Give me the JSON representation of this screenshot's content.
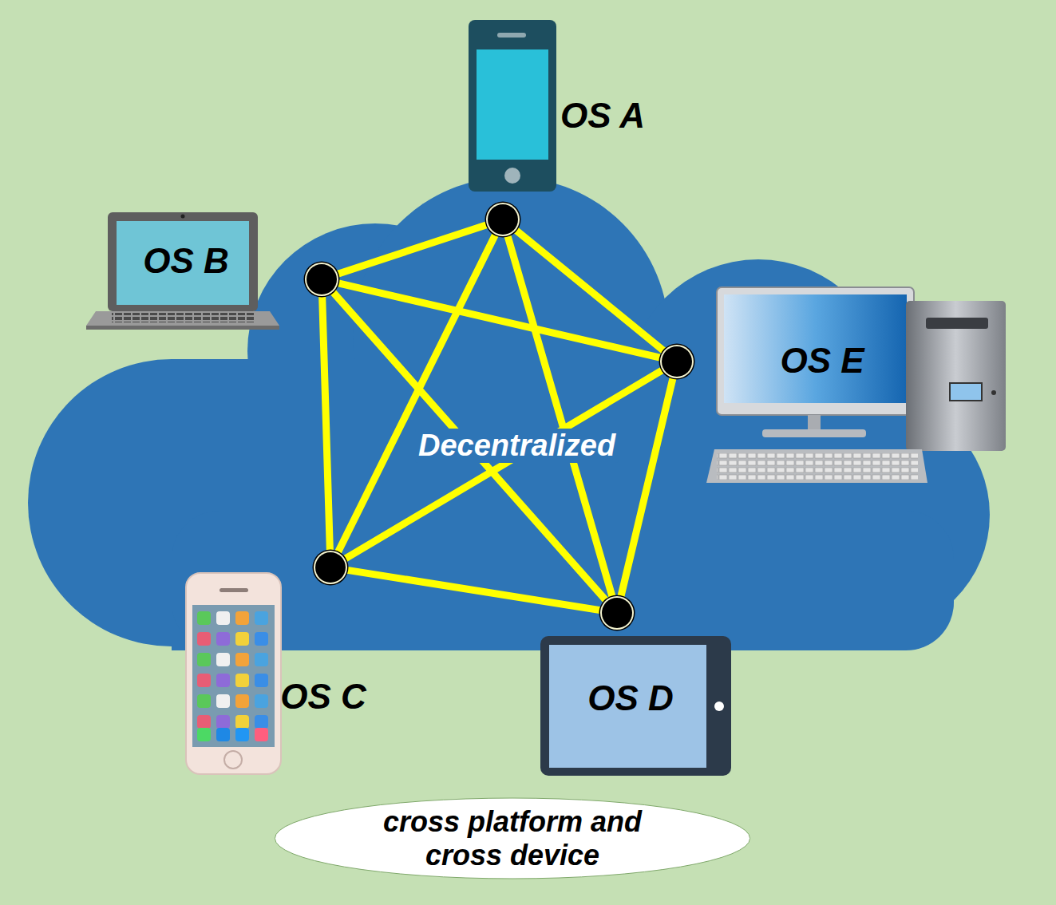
{
  "diagram": {
    "nodes": [
      {
        "text": [
          "OS A"
        ]
      },
      {
        "text": [
          "OS B"
        ]
      },
      {
        "text": [
          "OS E"
        ]
      },
      {
        "text": [
          "OS C"
        ]
      },
      {
        "text": [
          "OS D"
        ]
      },
      {
        "text": [
          "cross platform and cross device"
        ]
      }
    ],
    "edges": [
      {
        "from": 0,
        "to": 1,
        "arrow": "none"
      },
      {
        "from": 0,
        "to": 2,
        "arrow": "none"
      },
      {
        "from": 0,
        "to": 3,
        "arrow": "none"
      },
      {
        "from": 0,
        "to": 4,
        "arrow": "none"
      },
      {
        "from": 1,
        "to": 2,
        "arrow": "none"
      },
      {
        "from": 1,
        "to": 3,
        "arrow": "none"
      },
      {
        "from": 1,
        "to": 4,
        "arrow": "none"
      },
      {
        "from": 2,
        "to": 3,
        "arrow": "none"
      },
      {
        "from": 2,
        "to": 4,
        "arrow": "none"
      },
      {
        "from": 3,
        "to": 4,
        "arrow": "none"
      }
    ],
    "labels": [
      "Decentralized"
    ]
  }
}
